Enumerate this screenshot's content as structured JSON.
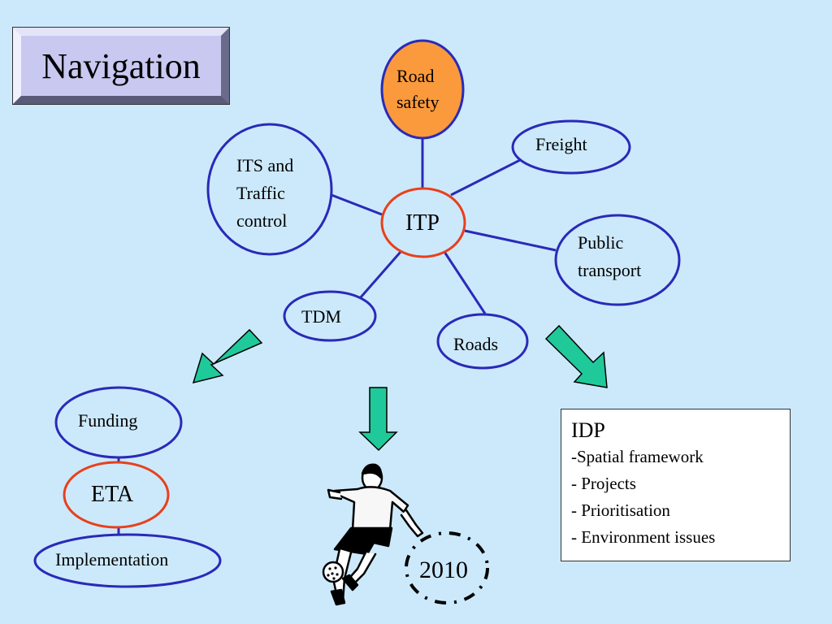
{
  "title": "Navigation",
  "nodes": {
    "road_safety": [
      "Road",
      "safety"
    ],
    "freight": "Freight",
    "its": [
      "ITS and",
      "Traffic",
      "control"
    ],
    "itp": "ITP",
    "public_transport": [
      "Public",
      "transport"
    ],
    "tdm": "TDM",
    "roads": "Roads",
    "funding": "Funding",
    "eta": "ETA",
    "implementation": "Implementation",
    "year": "2010"
  },
  "idp": {
    "title": "IDP",
    "items": [
      "-Spatial framework",
      "- Projects",
      "- Prioritisation",
      "- Environment issues"
    ]
  },
  "colors": {
    "background": "#cce9fb",
    "node_border": "#2a2ab8",
    "hub_border": "#e8401c",
    "road_safety_fill": "#fb9a3c",
    "arrow_fill": "#1fc99a"
  },
  "icons": [
    "soccer-player-icon"
  ]
}
